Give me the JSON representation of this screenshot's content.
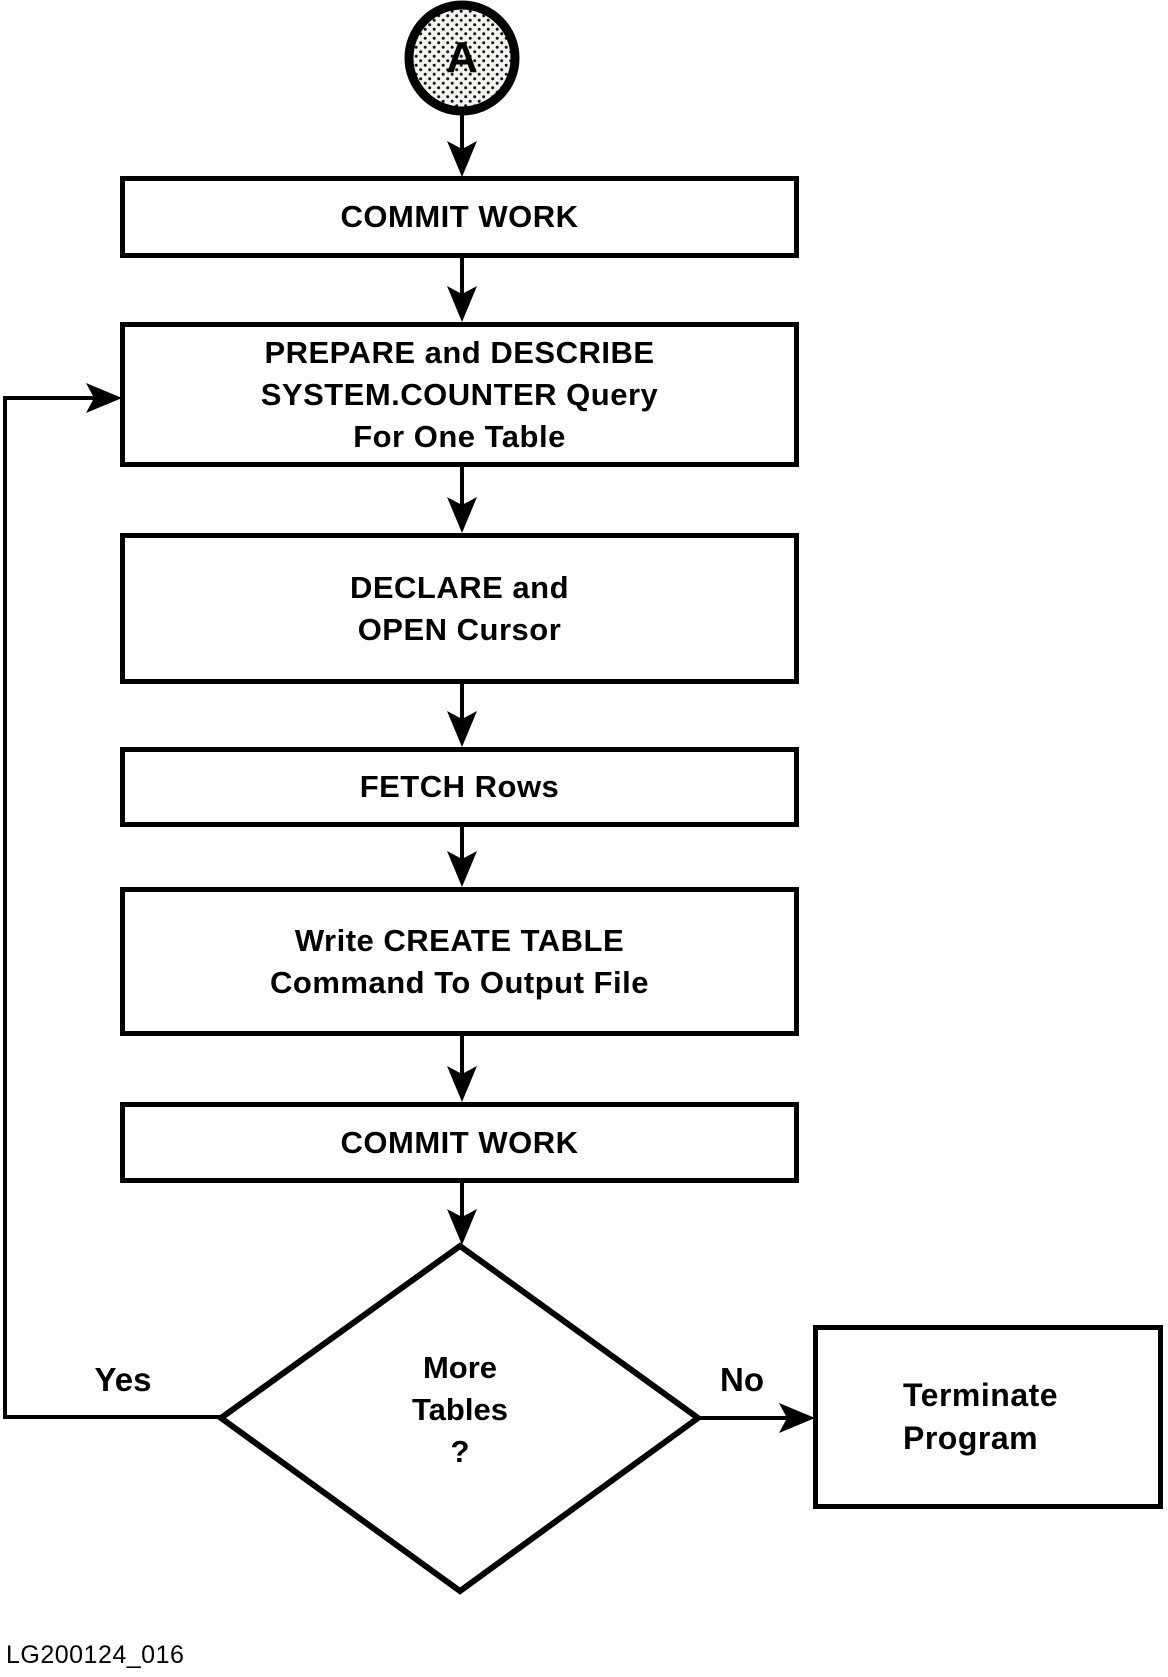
{
  "flowchart": {
    "connector": {
      "label": "A"
    },
    "boxes": {
      "commit_work_1": {
        "line1": "COMMIT WORK"
      },
      "prepare_describe": {
        "line1": "PREPARE and DESCRIBE",
        "line2": "SYSTEM.COUNTER Query",
        "line3": "For One Table"
      },
      "declare_open": {
        "line1": "DECLARE and",
        "line2": "OPEN Cursor"
      },
      "fetch_rows": {
        "line1": "FETCH Rows"
      },
      "write_create_table": {
        "line1": "Write CREATE TABLE",
        "line2": "Command To Output File"
      },
      "commit_work_2": {
        "line1": "COMMIT WORK"
      }
    },
    "decision": {
      "line1": "More",
      "line2": "Tables",
      "line3": "?"
    },
    "branch_labels": {
      "yes": "Yes",
      "no": "No"
    },
    "terminal": {
      "line1": "Terminate",
      "line2": "Program"
    },
    "figure_id": "LG200124_016",
    "colors": {
      "ink": "#000000",
      "paper": "#ffffff"
    }
  }
}
